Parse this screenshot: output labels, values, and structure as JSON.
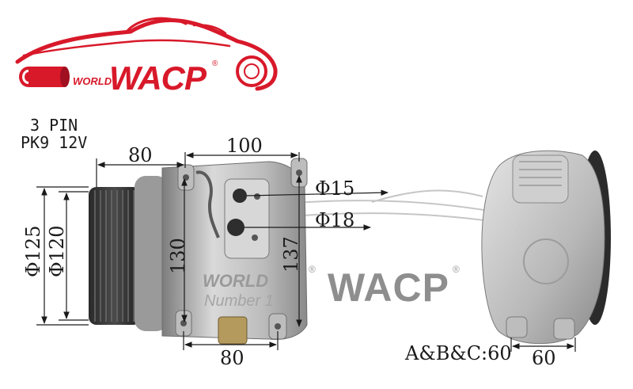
{
  "brand": {
    "prefix": "WORLD",
    "name": "WACP",
    "registered": "®",
    "color": "#d8192a"
  },
  "watermark": {
    "prefix": "WORLD",
    "name": "WACP",
    "tagline": "Number 1",
    "registered": "®"
  },
  "specs": {
    "line1": "3 PIN",
    "line2": "PK9 12V"
  },
  "dimensions": {
    "top_left_width": "80",
    "top_right_width": "100",
    "port_small": "Φ15",
    "port_large": "Φ18",
    "outer_diameter": "Φ125",
    "inner_diameter": "Φ120",
    "body_height_left": "130",
    "body_height_right": "137",
    "bottom_width": "80",
    "side_width": "60",
    "abc_note": "A&B&C:60"
  }
}
